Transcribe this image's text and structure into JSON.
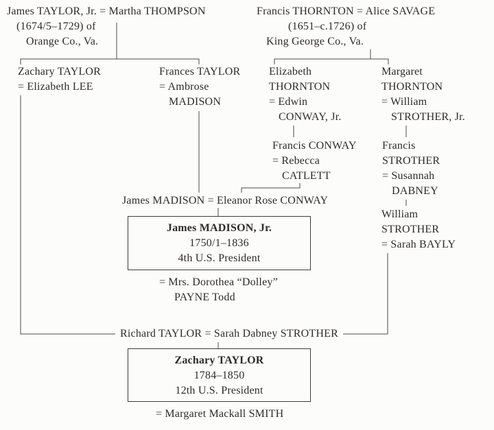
{
  "title": "Madison and Taylor presidential family tree",
  "colors": {
    "background": "#fcfcfa",
    "text": "#2e2c2a",
    "line": "#4a4a46",
    "box_border": "#3c3c38"
  },
  "nodes": {
    "taylor_thompson": [
      "James TAYLOR, Jr. = Martha THOMPSON",
      "(1674/5–1729) of",
      "Orange Co., Va."
    ],
    "thornton_savage": [
      "Francis THORNTON = Alice SAVAGE",
      "(1651–c.1726) of",
      "King George Co., Va."
    ],
    "zachary_taylor_sr": [
      "Zachary TAYLOR",
      "= Elizabeth LEE"
    ],
    "frances_taylor": [
      "Frances TAYLOR",
      "= Ambrose",
      "MADISON"
    ],
    "elizabeth_thornton": [
      "Elizabeth",
      "THORNTON",
      "= Edwin",
      "CONWAY, Jr."
    ],
    "margaret_thornton": [
      "Margaret",
      "THORNTON",
      "= William",
      "STROTHER, Jr."
    ],
    "francis_conway": [
      "Francis CONWAY",
      "= Rebecca",
      "CATLETT"
    ],
    "francis_strother": [
      "Francis",
      "STROTHER",
      "= Susannah",
      "DABNEY"
    ],
    "james_madison_couple": [
      "James MADISON = Eleanor Rose CONWAY"
    ],
    "william_strother": [
      "William",
      "STROTHER",
      "= Sarah BAYLY"
    ],
    "james_madison_jr_box": [
      "James MADISON, Jr.",
      "1750/1–1836",
      "4th U.S. President"
    ],
    "dolley_payne": [
      "= Mrs. Dorothea “Dolley”",
      "PAYNE Todd"
    ],
    "richard_taylor_couple": [
      "Richard TAYLOR = Sarah Dabney STROTHER"
    ],
    "zachary_taylor_box": [
      "Zachary TAYLOR",
      "1784–1850",
      "12th U.S. President"
    ],
    "margaret_smith": [
      "= Margaret Mackall SMITH"
    ]
  }
}
